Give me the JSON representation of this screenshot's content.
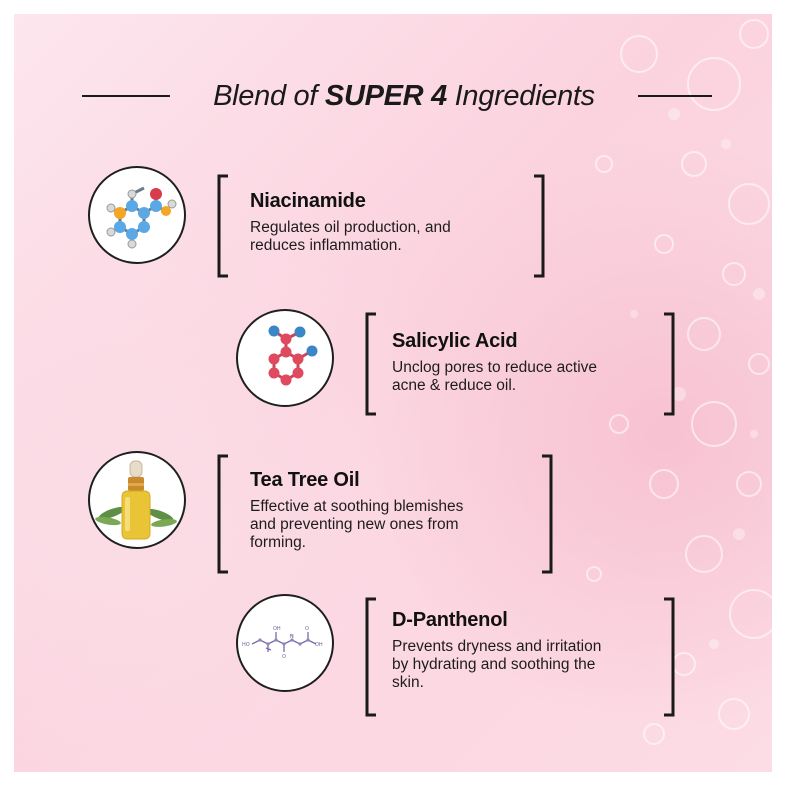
{
  "title": {
    "prefix": "Blend of ",
    "highlight": "SUPER 4",
    "suffix": " Ingredients"
  },
  "ingredients": [
    {
      "name": "Niacinamide",
      "icon": "molecule-icon",
      "desc": [
        "Regulates oil production, and",
        "reduces inflammation."
      ]
    },
    {
      "name": "Salicylic Acid",
      "icon": "molecule-icon",
      "desc": [
        "Unclog pores to reduce active",
        "acne & reduce oil."
      ]
    },
    {
      "name": "Tea Tree Oil",
      "icon": "oil-dropper-icon",
      "desc": [
        "Effective at soothing blemishes",
        "and preventing new ones from",
        "forming."
      ]
    },
    {
      "name": "D-Panthenol",
      "icon": "structural-formula-icon",
      "desc": [
        "Prevents dryness and irritation",
        "by hydrating and soothing the",
        "skin."
      ]
    }
  ],
  "colors": {
    "background": "#fbd3df",
    "text": "#1a1a1a",
    "accent_pink": "#f4a9c0"
  }
}
